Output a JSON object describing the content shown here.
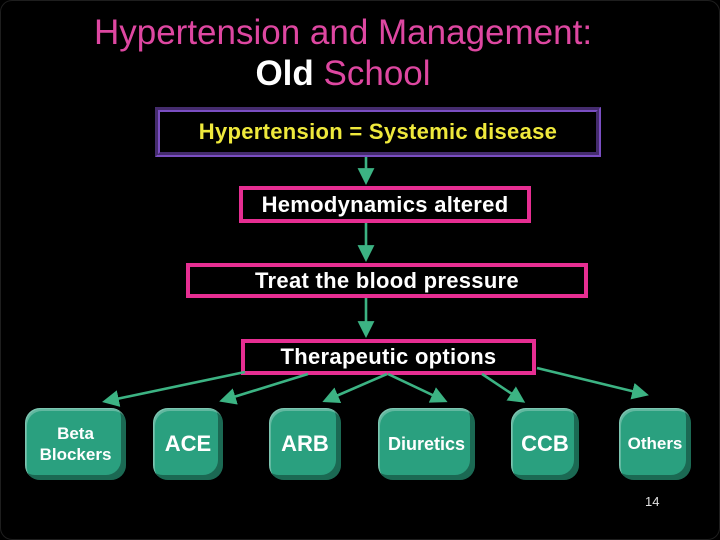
{
  "title": {
    "line1": "Hypertension and Management:",
    "line2_emphasis": "Old",
    "line2_rest": "School"
  },
  "flowchart": {
    "box1": "Hypertension = Systemic disease",
    "box2": "Hemodynamics altered",
    "box3": "Treat the blood pressure",
    "box4": "Therapeutic options"
  },
  "options": [
    "Beta Blockers",
    "ACE",
    "ARB",
    "Diuretics",
    "CCB",
    "Others"
  ],
  "page_number": "14",
  "colors": {
    "background": "#000000",
    "title_pink": "#de47a1",
    "emphasis_white": "#ffffff",
    "box1_border_purple": "#7a4ec2",
    "box1_text_yellow": "#efe93c",
    "flow_border_pink": "#e62e92",
    "flow_text_white": "#ffffff",
    "option_button_teal": "#2aa07f",
    "connector_green": "#3cb383"
  }
}
